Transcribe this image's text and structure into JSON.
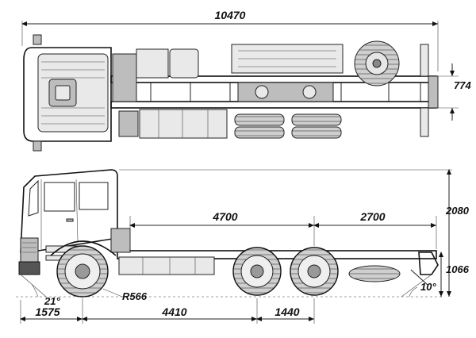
{
  "dimensions": {
    "overall_length": "10470",
    "frame_width": "774",
    "cargo_length": "4700",
    "rear_overhang": "2700",
    "height_top": "2080",
    "frame_height": "1066",
    "approach_angle": "21°",
    "turn_radius": "R566",
    "front_overhang": "1575",
    "wheelbase": "4410",
    "bogie_spacing": "1440",
    "departure_angle": "10°"
  }
}
